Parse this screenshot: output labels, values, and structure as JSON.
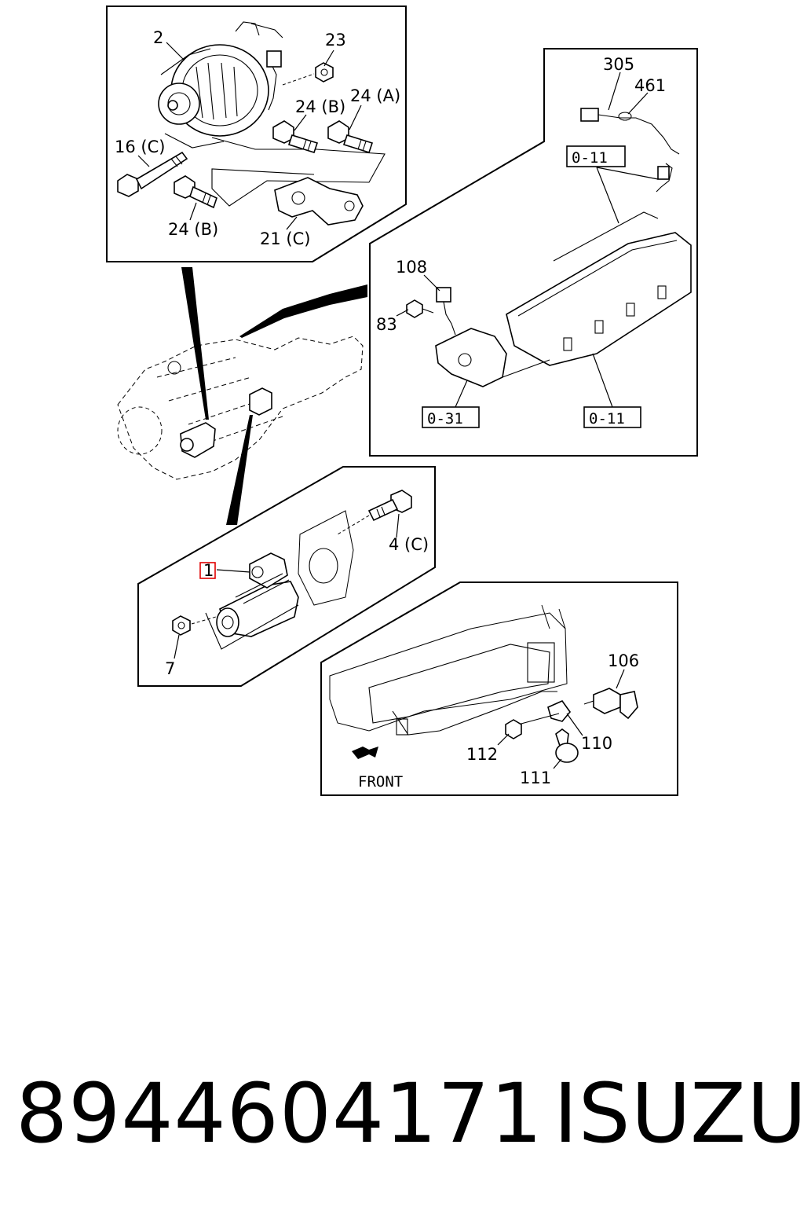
{
  "diagram": {
    "callouts": {
      "alt_part": "2",
      "alt_nut": "23",
      "alt_bolt_b_upper": "24 (B)",
      "alt_bolt_a": "24 (A)",
      "alt_bolt_c": "16 (C)",
      "alt_bolt_b_lower": "24 (B)",
      "alt_bracket": "21 (C)",
      "harness": "305",
      "sensor": "461",
      "ref_head_top": "0-11",
      "switch": "108",
      "plug": "83",
      "ref_pump": "0-31",
      "ref_head_bottom": "0-11",
      "starter": "1",
      "starter_bolt": "4 (C)",
      "starter_nut": "7",
      "relay_harness": "106",
      "relay_bracket": "110",
      "relay_nut": "112",
      "relay_bolt": "111",
      "front_label": "FRONT"
    }
  },
  "caption": {
    "part_number": "8944604171",
    "brand": "ISUZU"
  }
}
